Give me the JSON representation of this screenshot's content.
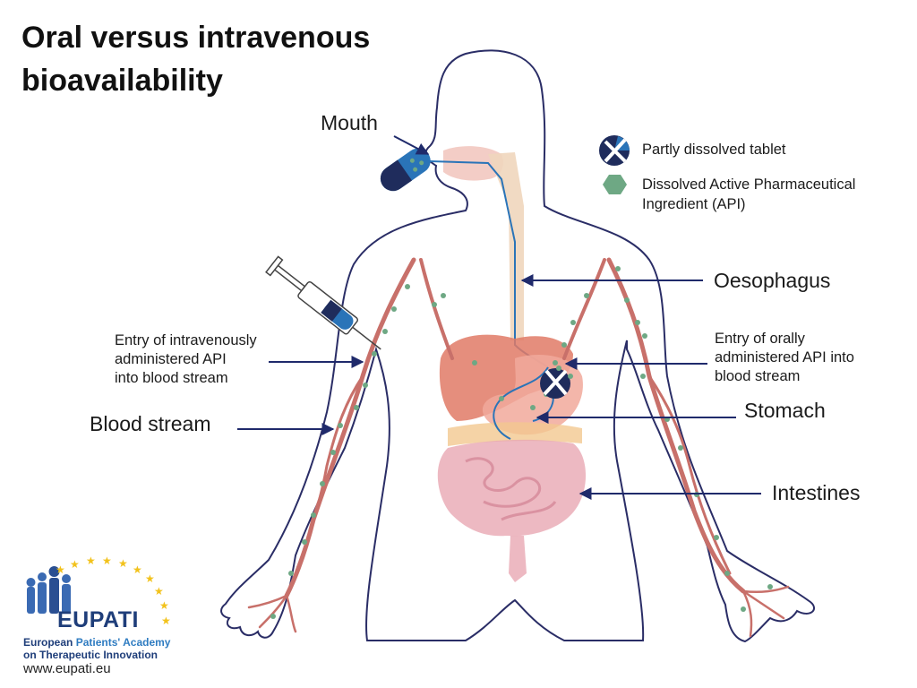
{
  "title_line1": "Oral versus intravenous",
  "title_line2": "bioavailability",
  "labels": {
    "mouth": "Mouth",
    "oesophagus": "Oesophagus",
    "stomach": "Stomach",
    "intestines": "Intestines",
    "blood_stream": "Blood stream",
    "iv_entry_line1": "Entry of intravenously",
    "iv_entry_line2": "administered API",
    "iv_entry_line3": "into blood stream",
    "oral_entry_line1": "Entry of orally",
    "oral_entry_line2": "administered API into",
    "oral_entry_line3": "blood stream"
  },
  "legend": {
    "tablet_label": "Partly dissolved tablet",
    "api_line1": "Dissolved Active Pharmaceutical",
    "api_line2": "Ingredient (API)"
  },
  "footer": {
    "brand": "EUPATI",
    "line1_a": "European ",
    "line1_b": "Patients' Academy",
    "line2": "on Therapeutic Innovation",
    "url": "www.eupati.eu"
  },
  "colors": {
    "outline": "#2a2d66",
    "arrow": "#1f2a6b",
    "vessel": "#c8706a",
    "api_dot": "#6ea884",
    "tablet_blue": "#2a74b8",
    "tablet_navy": "#1f2c5c",
    "star": "#f2c21b"
  }
}
